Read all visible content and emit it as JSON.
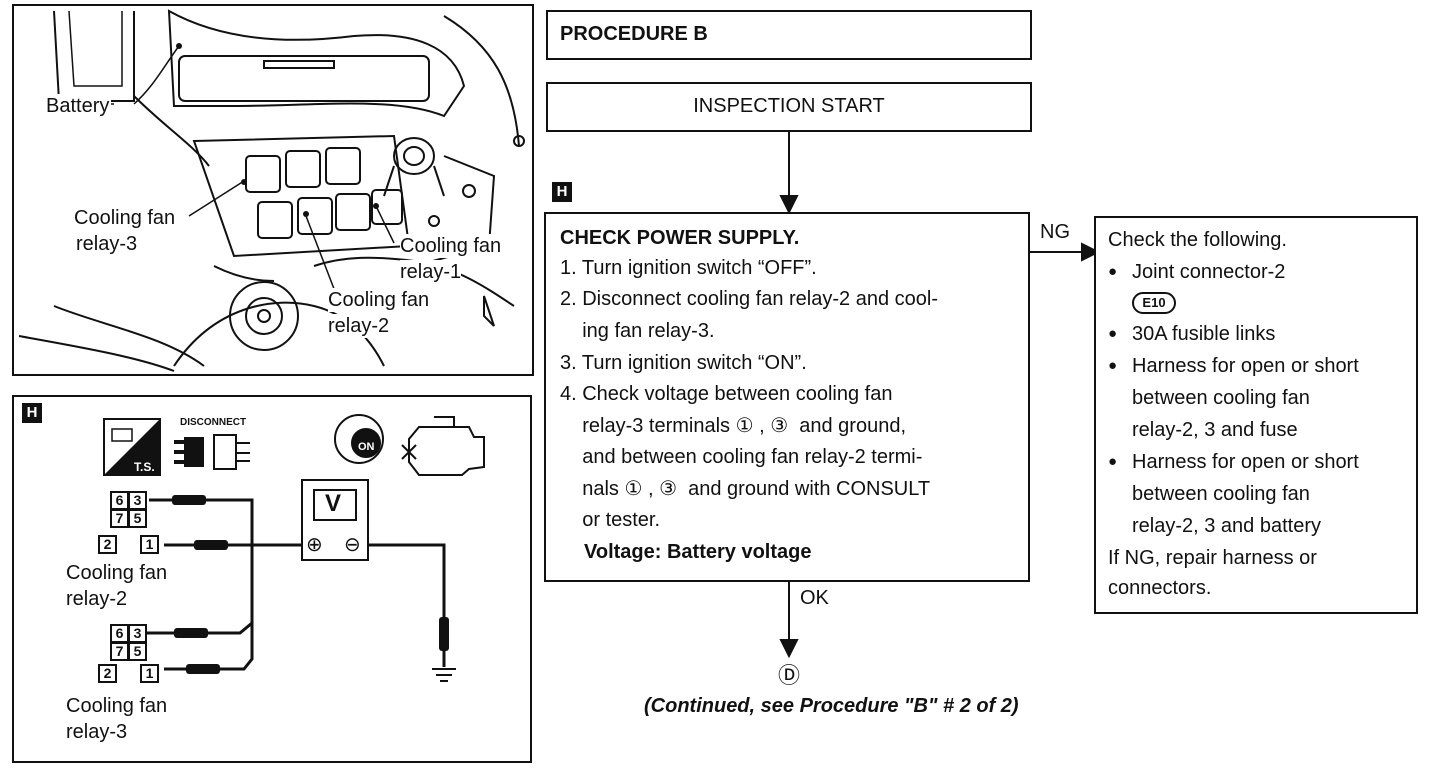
{
  "engine_view": {
    "battery_label": "Battery",
    "relay3_label_line1": "Cooling fan",
    "relay3_label_line2": "relay-3",
    "relay1_label_line1": "Cooling fan",
    "relay1_label_line2": "relay-1",
    "relay2_label_line1": "Cooling fan",
    "relay2_label_line2": "relay-2"
  },
  "wiring": {
    "step_mark": "H",
    "ts_label": "T.S.",
    "disconnect_label": "DISCONNECT",
    "key_label": "ON",
    "meter_label": "V",
    "plus_label": "⊕",
    "minus_label": "⊖",
    "relay2_label_line1": "Cooling fan",
    "relay2_label_line2": "relay-2",
    "relay3_label_line1": "Cooling fan",
    "relay3_label_line2": "relay-3",
    "pins": [
      "6",
      "3",
      "7",
      "5",
      "2",
      "1"
    ]
  },
  "procedure": {
    "title": "PROCEDURE B",
    "start": "INSPECTION START",
    "step_mark": "H",
    "check_title": "CHECK POWER SUPPLY.",
    "steps": [
      "1. Turn ignition switch “OFF”.",
      "2. Disconnect cooling fan relay-2 and cool-",
      "    ing fan relay-3.",
      "3. Turn ignition switch “ON”.",
      "4. Check voltage between cooling fan",
      "    relay-3 terminals ① , ③  and ground,",
      "    and between cooling fan relay-2 termi-",
      "    nals ① , ③  and ground with CONSULT",
      "    or tester."
    ],
    "voltage_spec": "Voltage: Battery voltage",
    "ng_label": "NG",
    "ok_label": "OK",
    "next_marker": "Ⓓ",
    "continued_note": "(Continued, see Procedure \"B\" # 2 of 2)"
  },
  "ng_box": {
    "header": "Check the following.",
    "items": [
      "Joint connector-2",
      "30A fusible links",
      "Harness for open or short",
      "Harness for open or short"
    ],
    "connector_code": "E10",
    "item3_line2": "between cooling fan",
    "item3_line3": "relay-2, 3 and fuse",
    "item4_line2": "between cooling fan",
    "item4_line3": "relay-2, 3 and battery",
    "footer_line1": "If NG, repair harness or",
    "footer_line2": "connectors."
  }
}
